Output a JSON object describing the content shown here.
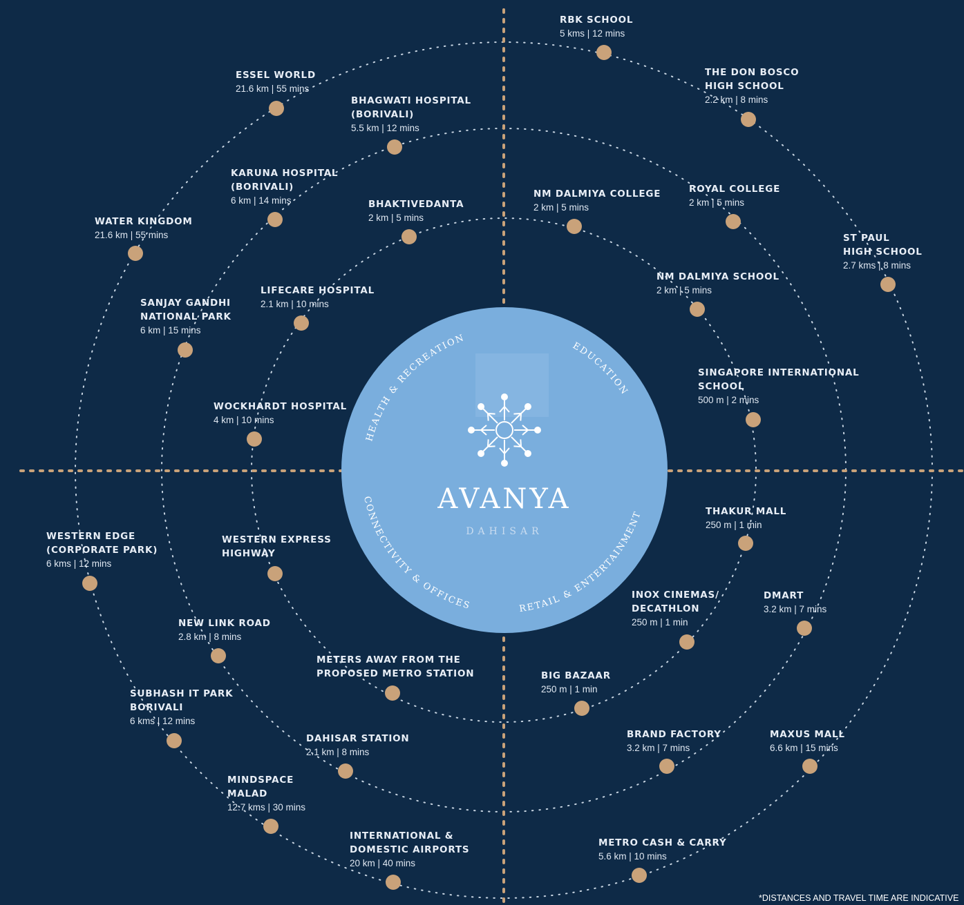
{
  "colors": {
    "background": "#0e2a47",
    "ring_dots": "#c9d6e3",
    "axis_dots": "#c9a27a",
    "marker": "#c9a27a",
    "center_circle": "#7aaedd"
  },
  "center": {
    "logo_icon": "snowflake-logo-icon",
    "title": "AVANYA",
    "subtitle": "DAHISAR",
    "sectors": {
      "health": "HEALTH & RECREATION",
      "education": "EDUCATION",
      "connectivity": "CONNECTIVITY & OFFICES",
      "retail": "RETAIL & ENTERTAINMENT"
    }
  },
  "locations": [
    {
      "name": [
        "RBK SCHOOL"
      ],
      "dist": "5 kms  |  12 mins"
    },
    {
      "name": [
        "THE DON BOSCO",
        "HIGH SCHOOL"
      ],
      "dist": "2.2 km  |  8 mins"
    },
    {
      "name": [
        "ROYAL COLLEGE"
      ],
      "dist": "2 km  |  5 mins"
    },
    {
      "name": [
        "ST PAUL",
        "HIGH SCHOOL"
      ],
      "dist": "2.7 kms  |  8 mins"
    },
    {
      "name": [
        "NM DALMIYA COLLEGE"
      ],
      "dist": "2 km  |  5 mins"
    },
    {
      "name": [
        "NM DALMIYA SCHOOL"
      ],
      "dist": "2 km  |  5 mins"
    },
    {
      "name": [
        "SINGAPORE INTERNATIONAL",
        "SCHOOL"
      ],
      "dist": "500 m  |  2 mins"
    },
    {
      "name": [
        "ESSEL WORLD"
      ],
      "dist": "21.6 km  |  55 mins"
    },
    {
      "name": [
        "BHAGWATI HOSPITAL",
        "(BORIVALI)"
      ],
      "dist": "5.5 km  |  12 mins"
    },
    {
      "name": [
        "KARUNA HOSPITAL",
        "(BORIVALI)"
      ],
      "dist": "6 km  |  14 mins"
    },
    {
      "name": [
        "WATER KINGDOM"
      ],
      "dist": "21.6 km  |  55 mins"
    },
    {
      "name": [
        "BHAKTIVEDANTA"
      ],
      "dist": "2 km  |  5 mins"
    },
    {
      "name": [
        "LIFECARE HOSPITAL"
      ],
      "dist": "2.1 km  |  10 mins"
    },
    {
      "name": [
        "SANJAY GANDHI",
        "NATIONAL PARK"
      ],
      "dist": "6 km  |  15 mins"
    },
    {
      "name": [
        "WOCKHARDT HOSPITAL"
      ],
      "dist": "4 km  |  10 mins"
    },
    {
      "name": [
        "WESTERN EDGE",
        "(CORPORATE PARK)"
      ],
      "dist": "6 kms  |  12 mins"
    },
    {
      "name": [
        "WESTERN EXPRESS",
        "HIGHWAY"
      ],
      "dist": ""
    },
    {
      "name": [
        "NEW LINK ROAD"
      ],
      "dist": "2.8 km  |  8 mins"
    },
    {
      "name": [
        "METERS AWAY FROM THE",
        "PROPOSED METRO STATION"
      ],
      "dist": ""
    },
    {
      "name": [
        "SUBHASH IT PARK",
        "BORIVALI"
      ],
      "dist": "6 kms  |  12 mins"
    },
    {
      "name": [
        "DAHISAR STATION"
      ],
      "dist": "2.1 km  |  8 mins"
    },
    {
      "name": [
        "MINDSPACE",
        "MALAD"
      ],
      "dist": "12.7 kms  |  30 mins"
    },
    {
      "name": [
        "INTERNATIONAL &",
        "DOMESTIC AIRPORTS"
      ],
      "dist": "20 km  |  40 mins"
    },
    {
      "name": [
        "THAKUR MALL"
      ],
      "dist": "250 m  |  1 min"
    },
    {
      "name": [
        "INOX CINEMAS/",
        "DECATHLON"
      ],
      "dist": "250 m  |  1 min"
    },
    {
      "name": [
        "DMART"
      ],
      "dist": "3.2 km  |  7 mins"
    },
    {
      "name": [
        "BIG BAZAAR"
      ],
      "dist": "250 m  |  1 min"
    },
    {
      "name": [
        "BRAND FACTORY"
      ],
      "dist": "3.2 km  |  7 mins"
    },
    {
      "name": [
        "MAXUS MALL"
      ],
      "dist": "6.6 km  |  15 mins"
    },
    {
      "name": [
        "METRO CASH & CARRY"
      ],
      "dist": "5.6 km  |  10 mins"
    }
  ],
  "footer": {
    "disclaimer": "*DISTANCES AND TRAVEL TIME ARE INDICATIVE"
  }
}
